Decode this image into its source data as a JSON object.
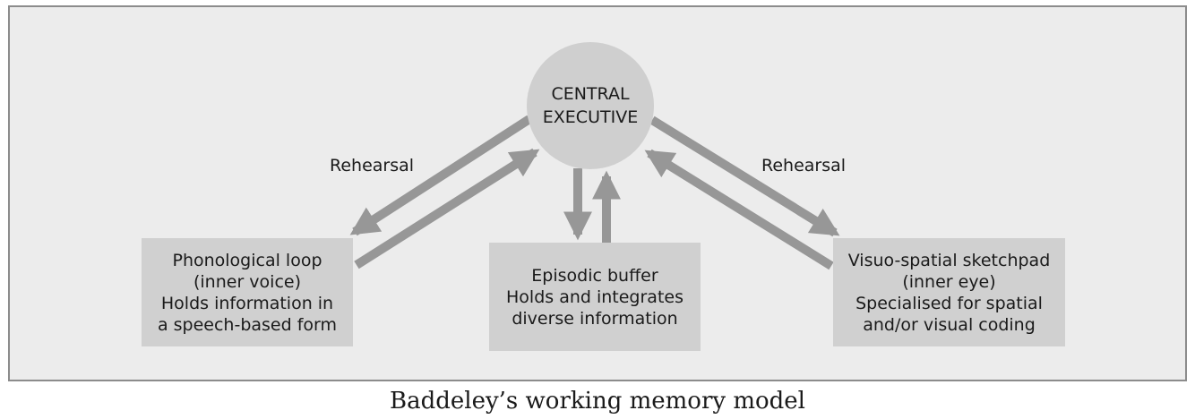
{
  "central_executive": {
    "lines": [
      "CENTRAL",
      "EXECUTIVE"
    ]
  },
  "phonological_loop": {
    "lines": [
      "Phonological loop",
      "(inner voice)",
      "Holds information in",
      "a speech-based form"
    ]
  },
  "episodic_buffer": {
    "lines": [
      "Episodic buffer",
      "Holds and integrates",
      "diverse information"
    ]
  },
  "visuospatial_sketchpad": {
    "lines": [
      "Visuo-spatial sketchpad",
      "(inner eye)",
      "Specialised for spatial",
      "and/or visual coding"
    ]
  },
  "labels": {
    "rehearsal_left": "Rehearsal",
    "rehearsal_right": "Rehearsal"
  },
  "caption": "Baddeley’s working memory model",
  "colors": {
    "arrow": "#979797",
    "node_fill": "#d0d0d0",
    "panel": "#ececec"
  }
}
